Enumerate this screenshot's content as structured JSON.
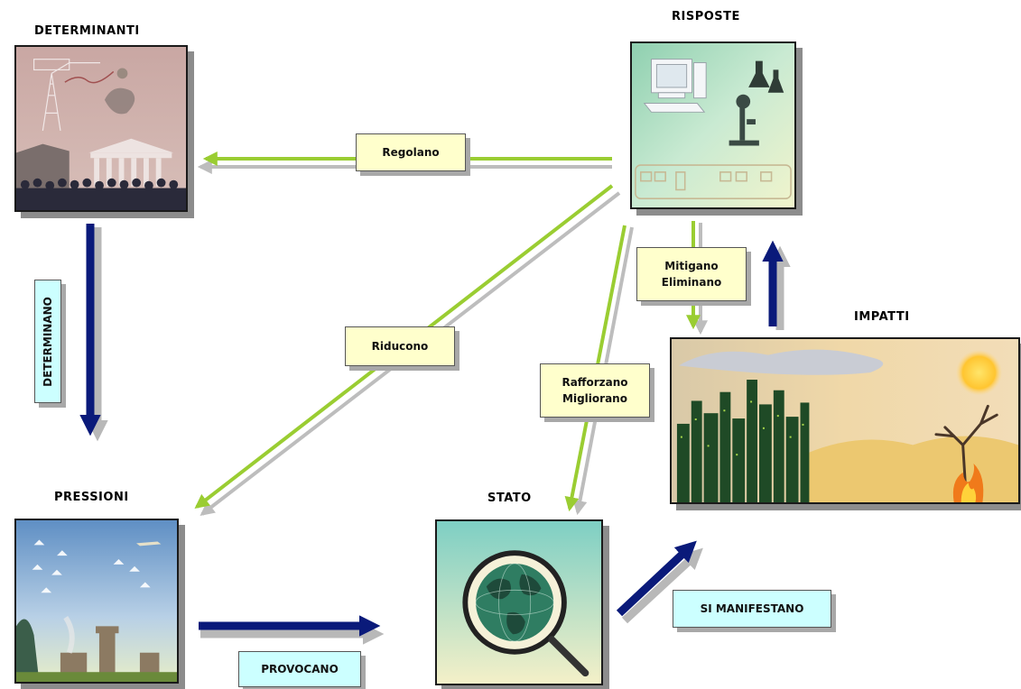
{
  "nodes": {
    "determinanti": "DETERMINANTI",
    "risposte": "RISPOSTE",
    "pressioni": "PRESSIONI",
    "stato": "STATO",
    "impatti": "IMPATTI"
  },
  "relations": {
    "regolano": "Regolano",
    "riducono": "Riducono",
    "mitigano_eliminano": "Mitigano\nEliminano",
    "rafforzano_migliorano": "Rafforzano\nMigliorano",
    "determinano": "DETERMINANO",
    "provocano": "PROVOCANO",
    "si_manifestano": "SI MANIFESTANO"
  },
  "colors": {
    "causal_arrow": "#0a1a7a",
    "response_arrow": "#9acd32",
    "arrow_shadow": "#b8b8b8",
    "response_label_bg": "#ffffcc",
    "causal_label_bg": "#ccffff"
  }
}
